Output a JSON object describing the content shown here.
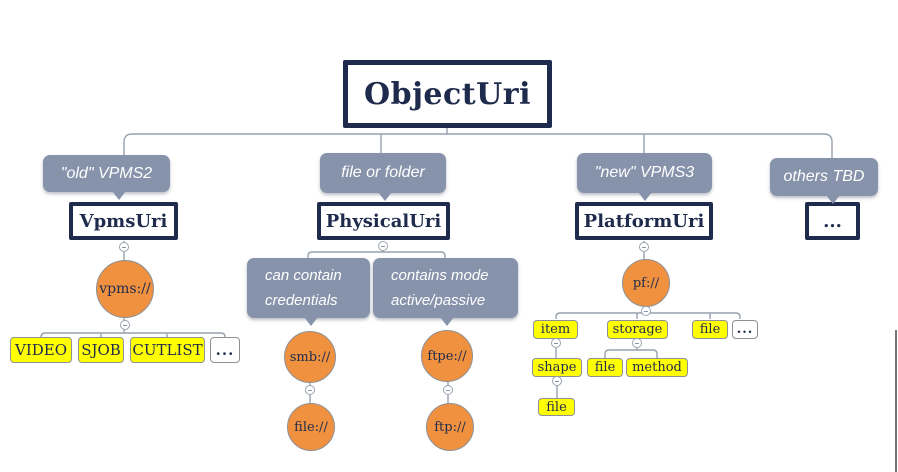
{
  "root": {
    "label": "ObjectUri"
  },
  "branches": {
    "old_vpms2": {
      "tag": "\"old\" VPMS2",
      "node": "VpmsUri",
      "scheme": "vpms://",
      "types": {
        "video": "VIDEO",
        "sjob": "SJOB",
        "cutlist": "CUTLIST",
        "more": "..."
      }
    },
    "file_or_folder": {
      "tag": "file or folder",
      "node": "PhysicalUri",
      "notes": {
        "credentials": {
          "line1": "can contain",
          "line2": "credentials"
        },
        "mode": {
          "line1": "contains mode",
          "line2": "active/passive"
        }
      },
      "schemes": {
        "smb": "smb://",
        "file": "file://",
        "ftpe": "ftpe://",
        "ftp": "ftp://"
      }
    },
    "new_vpms3": {
      "tag": "\"new\" VPMS3",
      "node": "PlatformUri",
      "scheme": "pf://",
      "children": {
        "item": "item",
        "storage": "storage",
        "file": "file",
        "more": "...",
        "shape": "shape",
        "storage_file": "file",
        "method": "method",
        "shape_file": "file"
      }
    },
    "others": {
      "tag": "others TBD",
      "node": "..."
    }
  },
  "colors": {
    "navy": "#1f2b4d",
    "bubble": "#8793ab",
    "orange": "#ef913f",
    "yellow": "#ffff00",
    "line": "#98a1ae",
    "edge": "#8d9097"
  }
}
